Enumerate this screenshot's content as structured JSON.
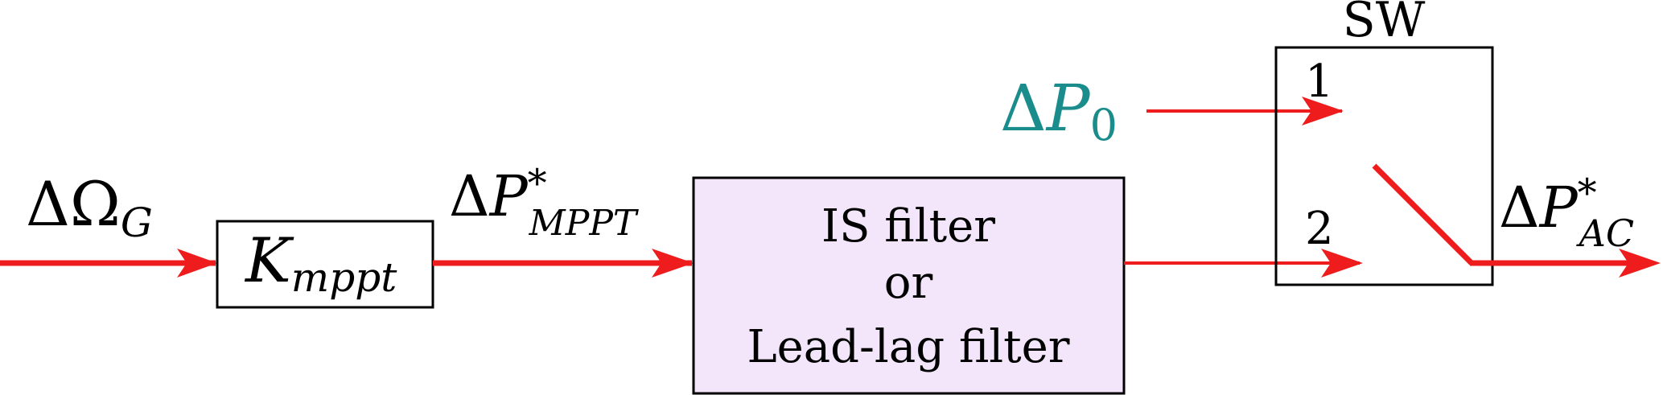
{
  "colors": {
    "signal": "#ee1c1c",
    "filter_fill": "#f3e6fb",
    "teal": "#1a8c8c",
    "stroke": "#000000"
  },
  "labels": {
    "input": {
      "delta": "Δ",
      "base": "Ω",
      "sub": "G"
    },
    "gain": {
      "base": "K",
      "sub": "mppt"
    },
    "mppt": {
      "delta": "Δ",
      "base": "P",
      "sup": "*",
      "sub": "MPPT"
    },
    "filter": {
      "line1": "IS filter",
      "line2": "or",
      "line3": "Lead-lag filter"
    },
    "p0": {
      "delta": "Δ",
      "base": "P",
      "sub": "0"
    },
    "switch": {
      "title": "SW",
      "pos1": "1",
      "pos2": "2"
    },
    "output": {
      "delta": "Δ",
      "base": "P",
      "sup": "*",
      "sub": "AC"
    }
  }
}
